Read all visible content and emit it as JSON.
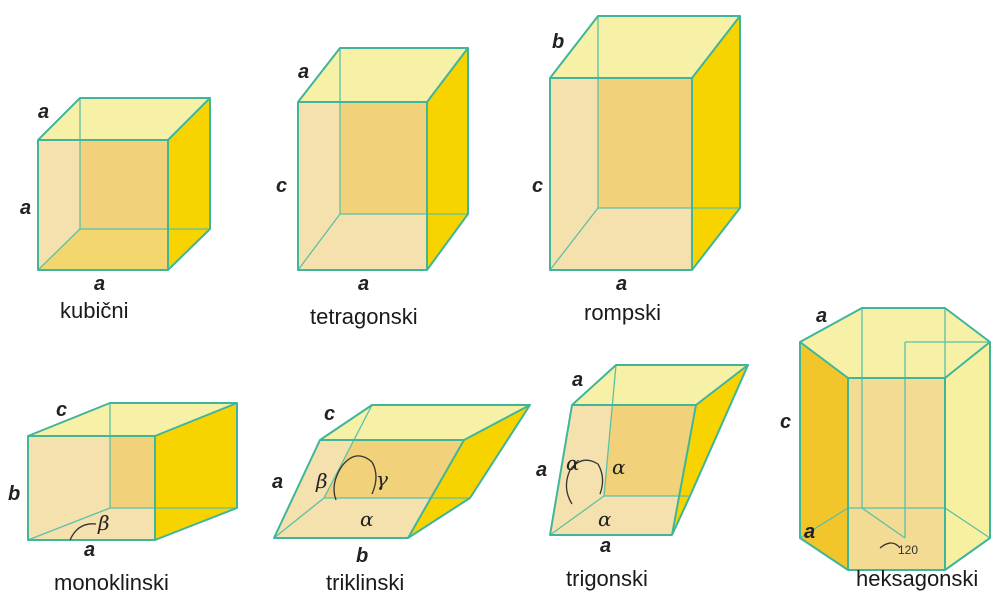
{
  "lattices": {
    "cubic": {
      "name": "kubični",
      "edge_top": "a",
      "edge_left": "a",
      "edge_bottom": "a"
    },
    "tetragonal": {
      "name": "tetragonski",
      "edge_top": "a",
      "edge_left": "c",
      "edge_bottom": "a"
    },
    "orthorhombic": {
      "name": "rompski",
      "edge_top": "b",
      "edge_left": "c",
      "edge_bottom": "a"
    },
    "hexagonal": {
      "name": "heksagonski",
      "edge_top": "a",
      "edge_left": "c",
      "edge_bottom": "a",
      "angle_value": "120"
    },
    "monoclinic": {
      "name": "monoklinski",
      "edge_top": "c",
      "edge_left": "b",
      "edge_bottom": "a",
      "angle": "β"
    },
    "triclinic": {
      "name": "triklinski",
      "edge_top": "c",
      "edge_left": "a",
      "edge_bottom": "b",
      "angle_alpha": "α",
      "angle_beta": "β",
      "angle_gamma": "γ"
    },
    "trigonal": {
      "name": "trigonski",
      "edge_top": "a",
      "edge_left": "a",
      "edge_bottom": "a",
      "angle_1": "α",
      "angle_2": "α",
      "angle_3": "α"
    }
  },
  "colors": {
    "edge": "#3fb59a",
    "face_light": "#f6f1a6",
    "face_front": "#f2d792",
    "face_back": "#eec032",
    "face_side": "#f7d400"
  }
}
